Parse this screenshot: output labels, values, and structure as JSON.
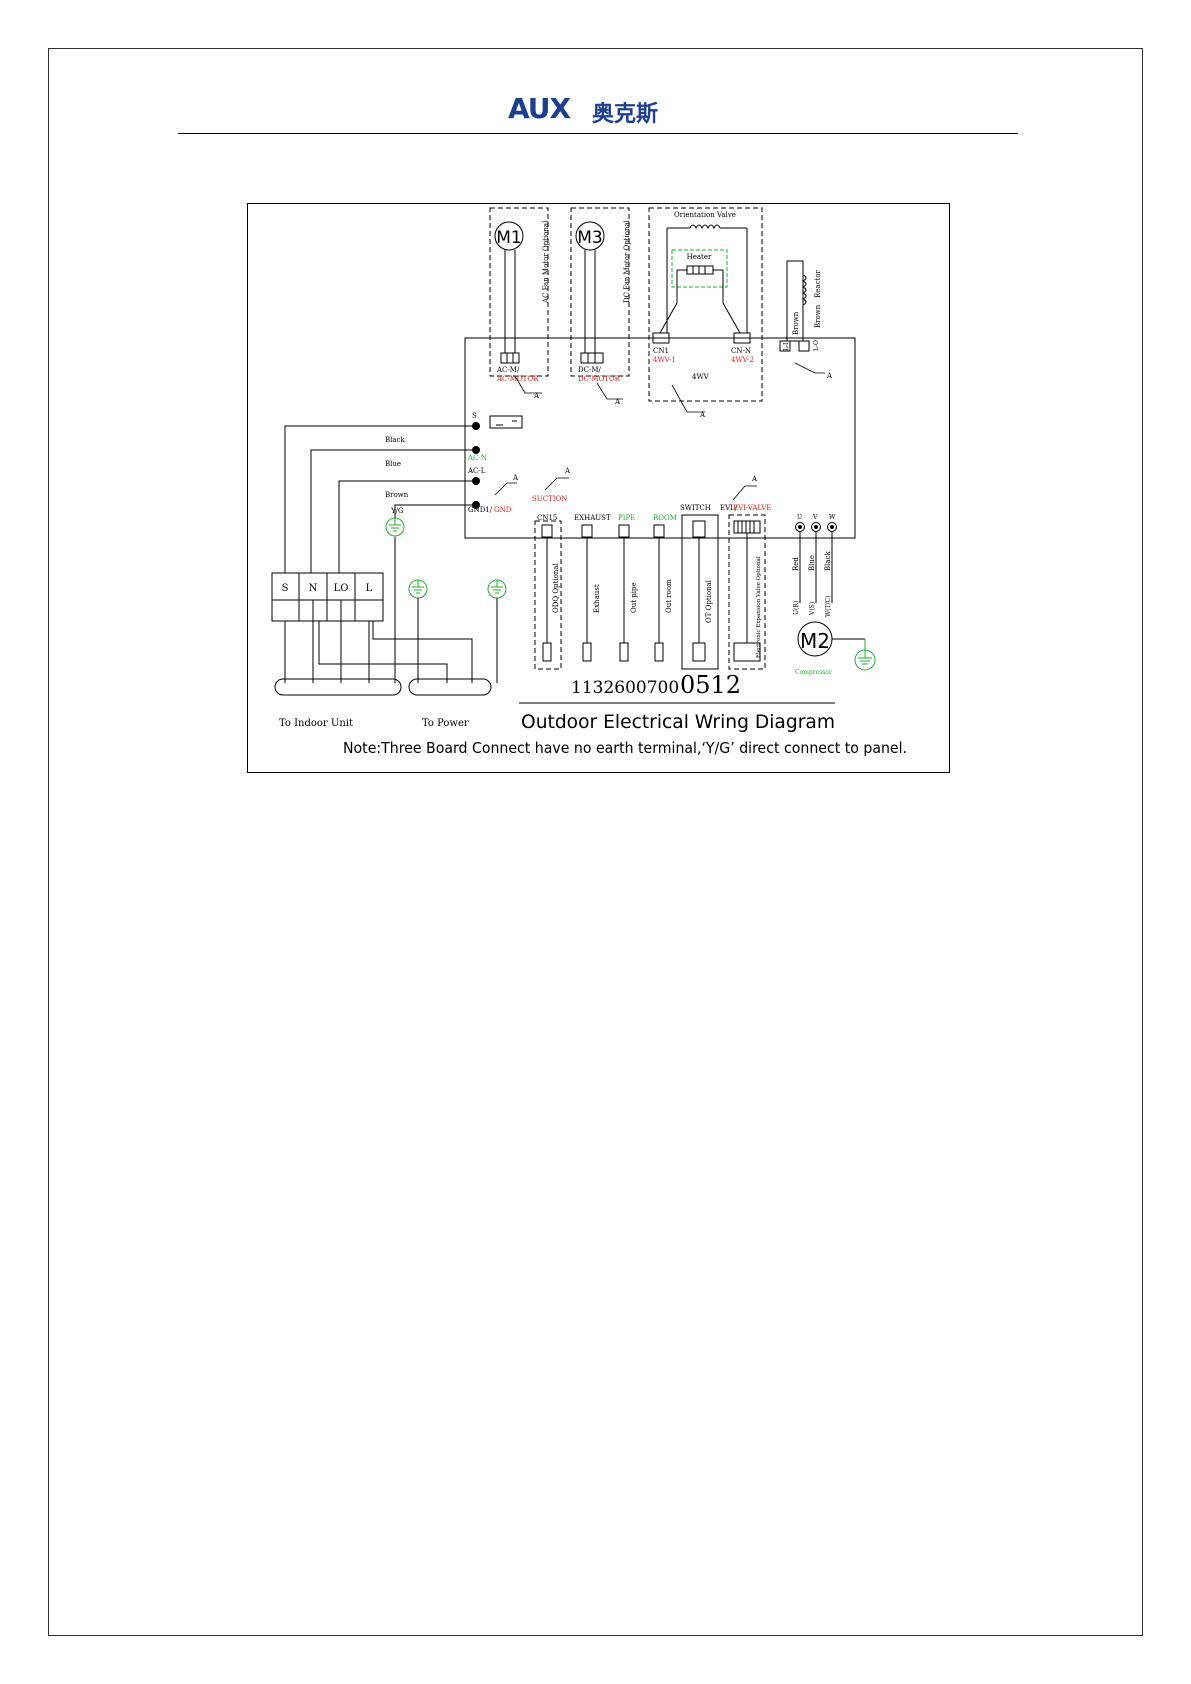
{
  "header": {
    "brand": "AUX",
    "brand_cn": "奥克斯"
  },
  "colors": {
    "brand": "#1d3f8f",
    "red": "#e02020",
    "green": "#20b030",
    "line": "#000000"
  },
  "diagram": {
    "motors": {
      "m1_label": "M1",
      "m1_text": "AC Fan Motor Optional",
      "m3_label": "M3",
      "m3_text": "DC Fan Motor Optional",
      "m2_label": "M2",
      "m2_text": "Compressor"
    },
    "valve": {
      "title": "Orientation Valve",
      "heater": "Heater"
    },
    "reactor": {
      "brown1": "Brown",
      "brown2": "Brown",
      "label": "Reactor"
    },
    "board": {
      "acm": "AC-M/",
      "acm_red": "AC-MOTOR",
      "dcm": "DC-M/",
      "dcm_red": "DC-MOTOR",
      "cn1": "CN1",
      "cn1_red": "4WV-1",
      "cnn": "CN-N",
      "cnn_red": "4WV-2",
      "fwv": "4WV",
      "l1": "L-I",
      "l0": "L-O",
      "s": "S",
      "acn": "AC-N",
      "acl": "AC-L",
      "gnd": "GND1/",
      "gnd_red": "GND",
      "suction": "SUCTION",
      "cn15": "CN15",
      "exhaust": "EXHAUST",
      "pipe": "PIPE",
      "room": "ROOM",
      "switch": "SWITCH",
      "evl": "EVL/",
      "evl_red": "EVI-VALVE",
      "u": "U",
      "v": "V",
      "w": "W",
      "a": "A"
    },
    "wires": {
      "black": "Black",
      "blue": "Blue",
      "brown": "Brown",
      "yg": "Y/G",
      "red": "Red",
      "blue2": "Blue",
      "black2": "Black",
      "u_r": "U(R)",
      "v_s": "V(S)",
      "w_tc": "W(T/C)"
    },
    "sensors": {
      "odq": "ODQ Optional",
      "exhaust": "Exhaust",
      "outpipe": "Out pipe",
      "outroom": "Out room",
      "ot": "OT Optional",
      "eev": "Electronic Expansion Valve Optional"
    },
    "terminals": {
      "s": "S",
      "n": "N",
      "lo": "LO",
      "l": "L"
    },
    "bottom": {
      "to_indoor": "To Indoor Unit",
      "to_power": "To Power",
      "code_a": "1132600700",
      "code_b": "0512",
      "title": "Outdoor Electrical Wring Diagram",
      "note": "Note:Three Board Connect have no earth terminal,‘Y/G’ direct connect to panel."
    }
  }
}
